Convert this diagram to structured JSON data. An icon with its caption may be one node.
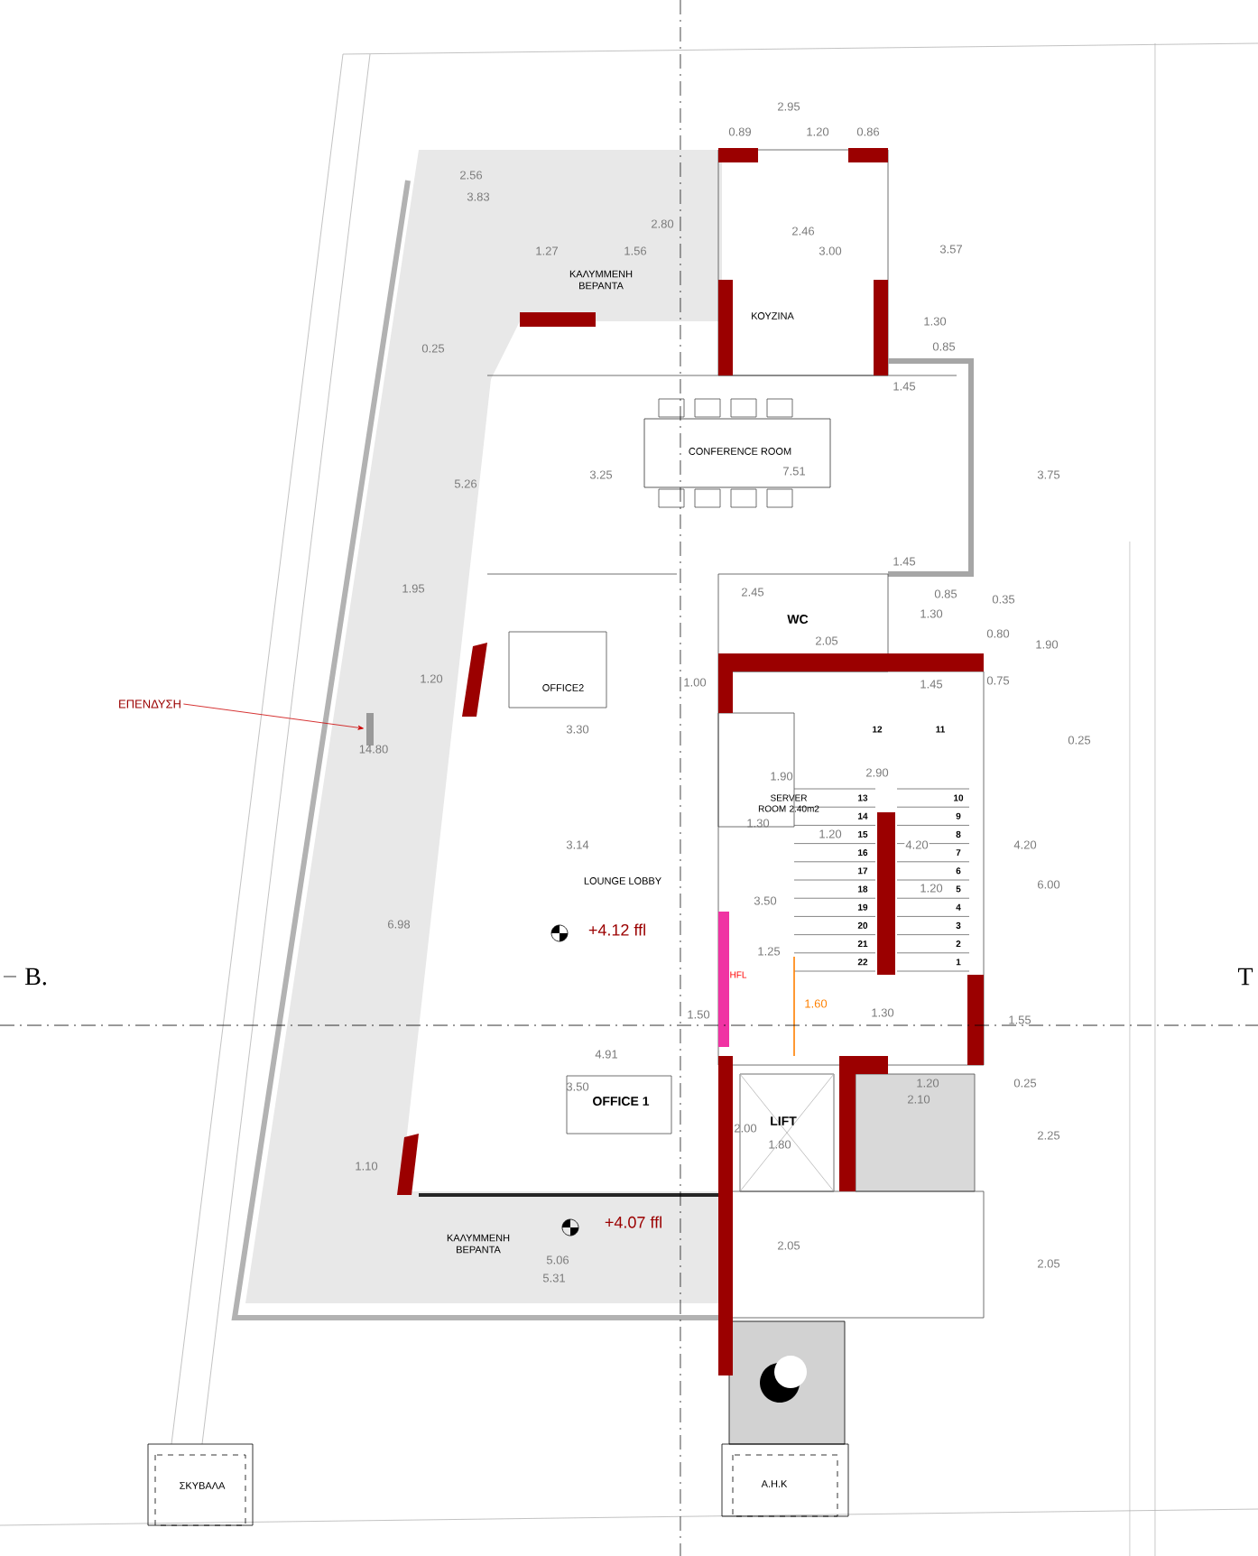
{
  "diagram": {
    "nodes": [
      {
        "text": [
          "ΕΠΕΝΔΥΣΗ"
        ]
      },
      {
        "text": [],
        "shape": "bar"
      }
    ],
    "edges": [
      {
        "from": 0,
        "to": 1,
        "arrow": "to"
      }
    ],
    "labels": [
      "2.95",
      "0.89",
      "1.20",
      "0.86",
      "2.56",
      "3.83",
      "2.80",
      "2.46",
      "1.27",
      "1.56",
      "3.00",
      "3.57",
      "ΚΑΛΥΜΜΕΝΗ ΒΕΡΑΝΤΑ",
      "ΚΟΥΖΙΝΑ",
      "1.30",
      "0.25",
      "0.85",
      "1.45",
      "CONFERENCE ROOM",
      "3.25",
      "7.51",
      "3.75",
      "5.26",
      "1.45",
      "1.95",
      "2.45",
      "0.85",
      "0.35",
      "1.30",
      "WC",
      "2.05",
      "0.80",
      "1.90",
      "1.20",
      "1.00",
      "OFFICE2",
      "1.45",
      "0.75",
      "3.30",
      "12",
      "11",
      "0.25",
      "14.80",
      "1.90",
      "2.90",
      "SERVER ROOM 2.40m2",
      "13",
      "10",
      "14",
      "9",
      "15",
      "8",
      "16",
      "7",
      "17",
      "6",
      "18",
      "5",
      "19",
      "4",
      "20",
      "3",
      "21",
      "2",
      "22",
      "1",
      "3.14",
      "1.30",
      "1.20",
      "4.20",
      "4.20",
      "LOUNGE LOBBY",
      "6.00",
      "1.20",
      "3.50",
      "+4.12 ffl",
      "6.98",
      "1.25",
      "HFL",
      "B.",
      "T",
      "1.50",
      "1.60",
      "1.30",
      "1.55",
      "4.91",
      "1.20",
      "0.25",
      "3.50",
      "OFFICE 1",
      "2.10",
      "2.00",
      "LIFT",
      "1.80",
      "2.25",
      "1.10",
      "+4.07 ffl",
      "ΚΑΛΥΜΜΕΝΗ ΒΕΡΑΝΤΑ",
      "2.05",
      "5.06",
      "2.05",
      "5.31",
      "ΣΚΥΒΑΛΑ",
      "Α.Η.Κ"
    ]
  }
}
